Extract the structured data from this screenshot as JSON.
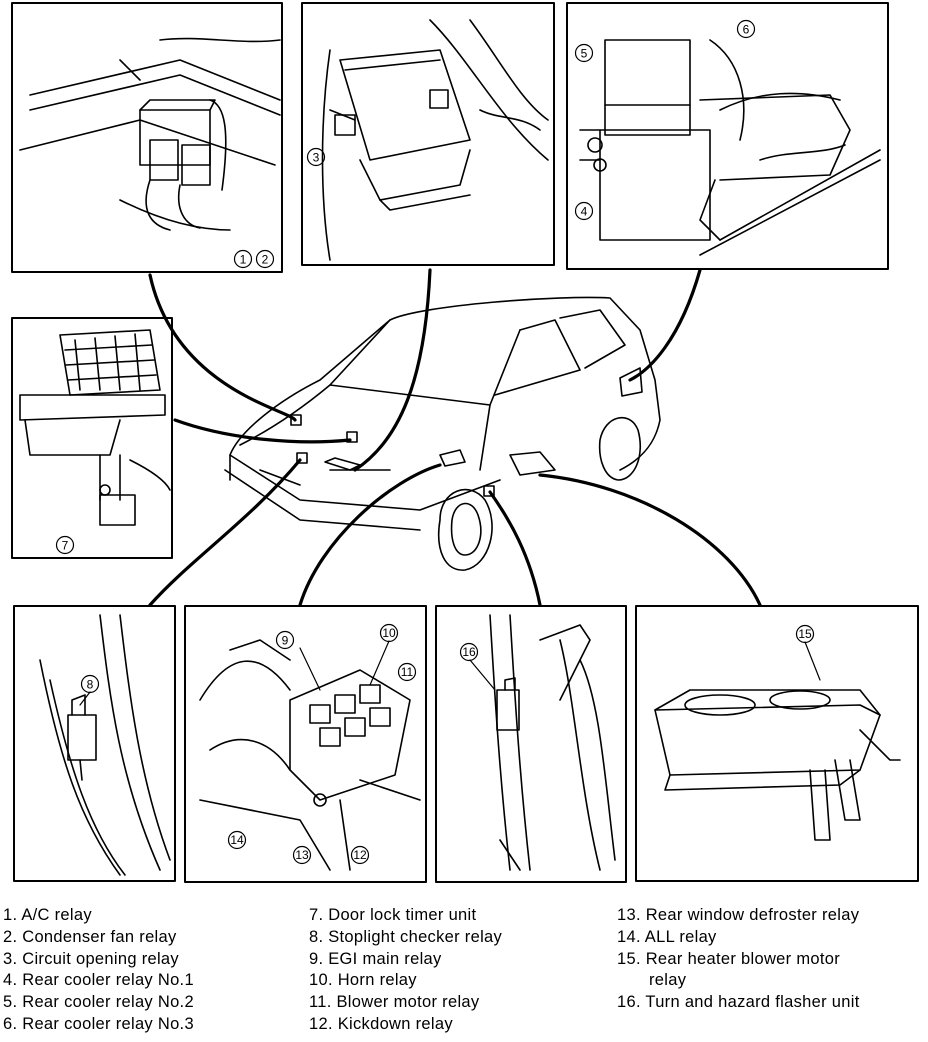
{
  "callouts": {
    "c1": "1",
    "c2": "2",
    "c3": "3",
    "c4": "4",
    "c5": "5",
    "c6": "6",
    "c7": "7",
    "c8": "8",
    "c9": "9",
    "c10": "10",
    "c11": "11",
    "c12": "12",
    "c13": "13",
    "c14": "14",
    "c15": "15",
    "c16": "16"
  },
  "legend": {
    "col1": [
      "1. A/C relay",
      "2. Condenser fan relay",
      "3. Circuit opening relay",
      "4. Rear cooler relay No.1",
      "5. Rear cooler relay No.2",
      "6. Rear cooler relay No.3"
    ],
    "col2": [
      "7. Door lock timer unit",
      "8. Stoplight checker relay",
      "9. EGI main relay",
      "10. Horn relay",
      "11. Blower motor relay",
      "12. Kickdown relay"
    ],
    "col3": [
      "13. Rear window defroster relay",
      "14. ALL relay",
      "15. Rear heater blower motor",
      "relay",
      "16. Turn and hazard flasher unit"
    ]
  }
}
